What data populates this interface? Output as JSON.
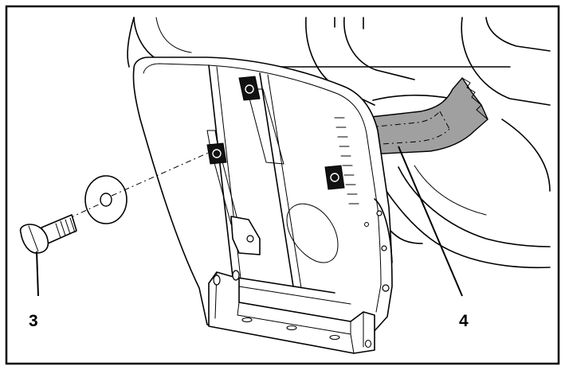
{
  "figure": {
    "colors": {
      "line": "#000000",
      "background": "#ffffff",
      "strap": "#a0a0a0"
    },
    "callouts": [
      {
        "id": "bolt",
        "label": "3"
      },
      {
        "id": "strap",
        "label": "4"
      }
    ]
  }
}
